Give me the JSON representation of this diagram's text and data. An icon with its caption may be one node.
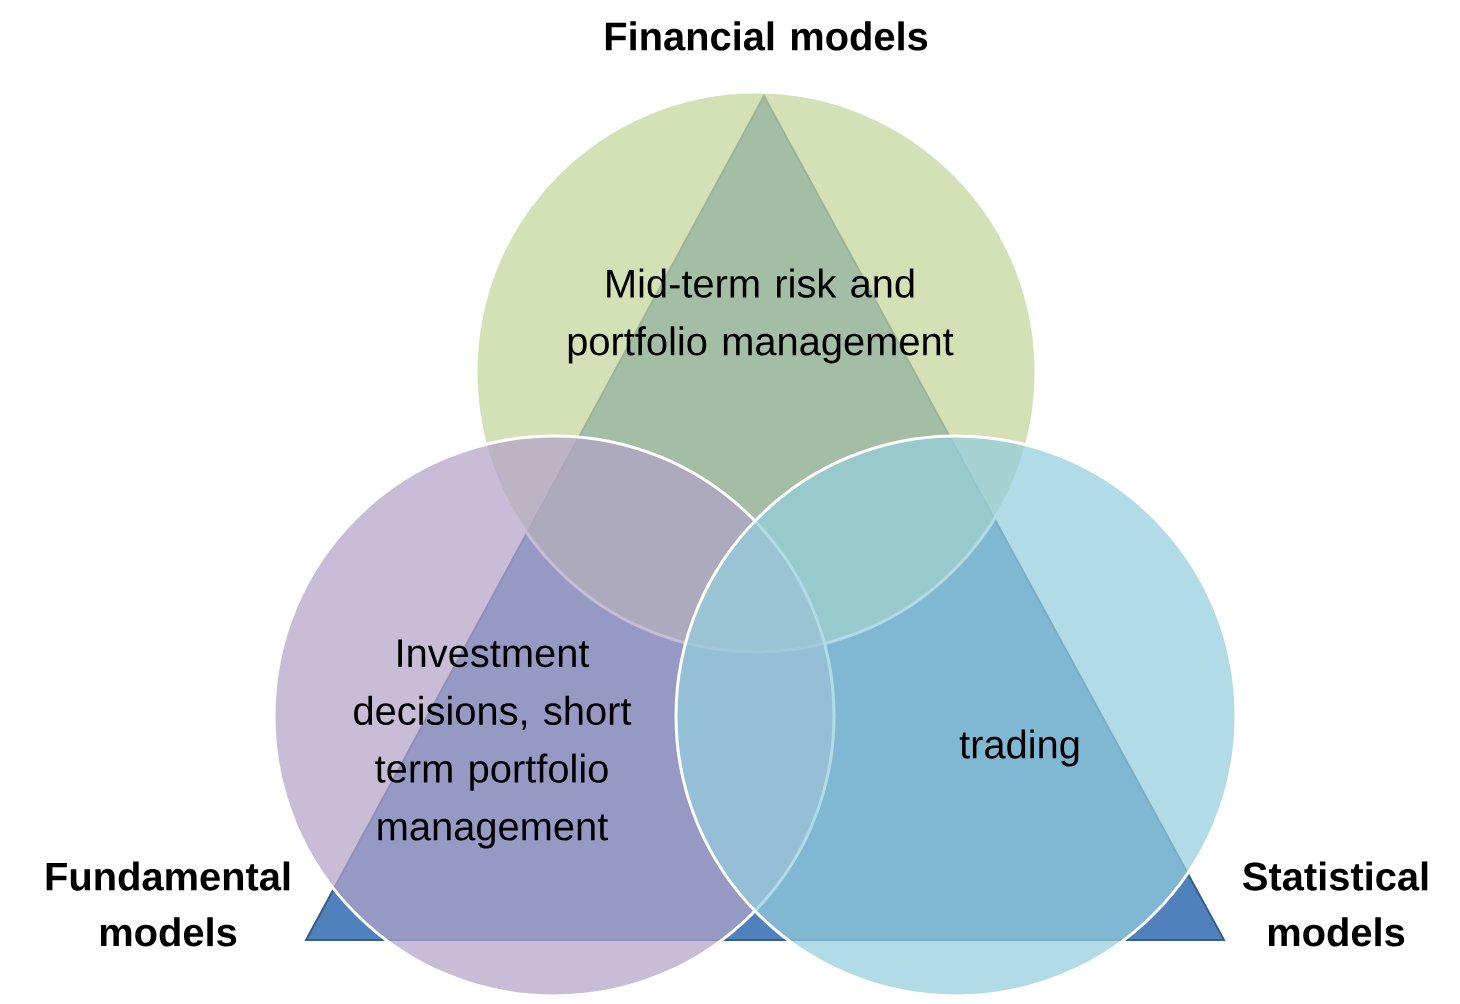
{
  "diagram": {
    "nodes": [
      {
        "text": [
          "Financial models",
          "Mid-term risk and portfolio management"
        ]
      },
      {
        "text": [
          "Fundamental models",
          "Investment decisions, short term portfolio management"
        ]
      },
      {
        "text": [
          "Statistical models",
          "trading"
        ]
      }
    ]
  }
}
